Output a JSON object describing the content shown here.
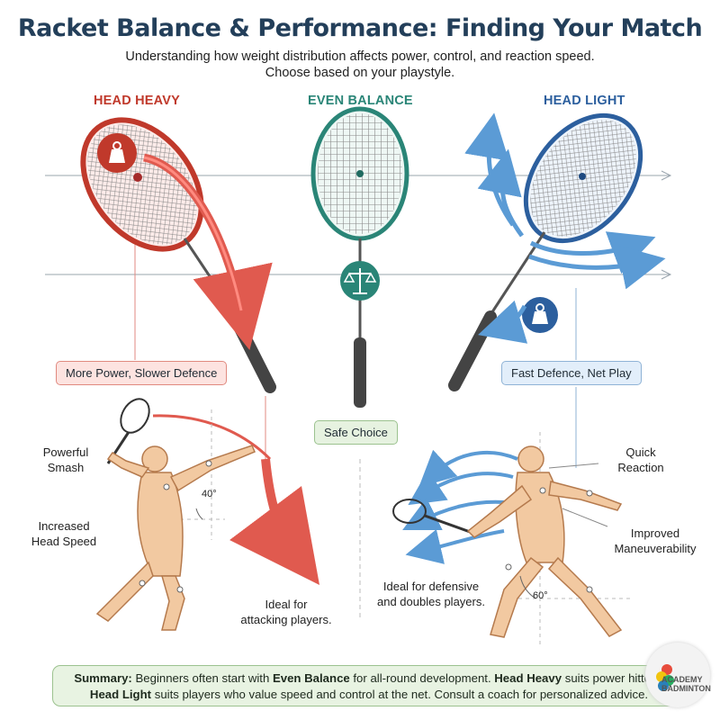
{
  "title": "Racket Balance & Performance: Finding Your Match",
  "subtitle_line1": "Understanding how weight distribution affects power, control, and reaction speed.",
  "subtitle_line2": "Choose based on your playstyle.",
  "columns": {
    "head_heavy": {
      "label": "HEAD HEAVY",
      "pill": "More Power, Slower Defence",
      "color": "#c0392b"
    },
    "even": {
      "label": "EVEN BALANCE",
      "pill": "Safe Choice",
      "color": "#2a8577"
    },
    "head_light": {
      "label": "HEAD LIGHT",
      "pill": "Fast Defence, Net Play",
      "color": "#2c5f9e"
    }
  },
  "left_player": {
    "label_smash_1": "Powerful",
    "label_smash_2": "Smash",
    "label_speed_1": "Increased",
    "label_speed_2": "Head Speed",
    "angle": "40°",
    "ideal_1": "Ideal for",
    "ideal_2": "attacking players."
  },
  "right_player": {
    "label_reaction_1": "Quick",
    "label_reaction_2": "Reaction",
    "label_maneuver_1": "Improved",
    "label_maneuver_2": "Maneuverability",
    "angle": "60°",
    "ideal_1": "Ideal for defensive",
    "ideal_2": "and doubles players."
  },
  "summary": {
    "lead": "Summary:",
    "t1": " Beginners often start with ",
    "b1": "Even Balance",
    "t2": " for all-round development. ",
    "b2": "Head Heavy",
    "t3": " suits power hitters.",
    "b3": "Head Light",
    "t4": " suits players who value speed and control at the net. Consult a coach for personalized advice."
  },
  "logo": {
    "line1": "ACADEMY",
    "line2": "BADMINTON"
  },
  "icons": [
    "weight-icon",
    "scale-icon"
  ]
}
